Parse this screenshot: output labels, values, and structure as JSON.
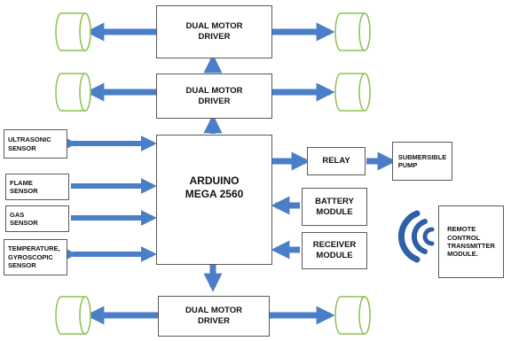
{
  "blocks": {
    "motor_driver_top": "DUAL MOTOR\nDRIVER",
    "motor_driver_mid": "DUAL MOTOR\nDRIVER",
    "motor_driver_bottom": "DUAL MOTOR\nDRIVER",
    "arduino": "ARDUINO\nMEGA 2560",
    "ultrasonic": "ULTRASONIC\nSENSOR",
    "flame": "FLAME\nSENSOR",
    "gas": "GAS\nSENSOR",
    "temperature": "TEMPERATURE,\nGYROSCOPIC\nSENSOR",
    "relay": "RELAY",
    "pump": "SUBMERSIBLE\nPUMP",
    "battery": "BATTERY\nMODULE",
    "receiver": "RECEIVER\nMODULE",
    "remote": "REMOTE\nCONTROL\nTRANSMITTER\nMODULE."
  },
  "colors": {
    "arrow": "#4a7ec8",
    "wheel": "#8cc152",
    "signal": "#2f5fa8",
    "border": "#5a5a5a"
  },
  "icons": {
    "wheel": "wheel-cylinder-icon",
    "signal": "wireless-signal-icon"
  }
}
